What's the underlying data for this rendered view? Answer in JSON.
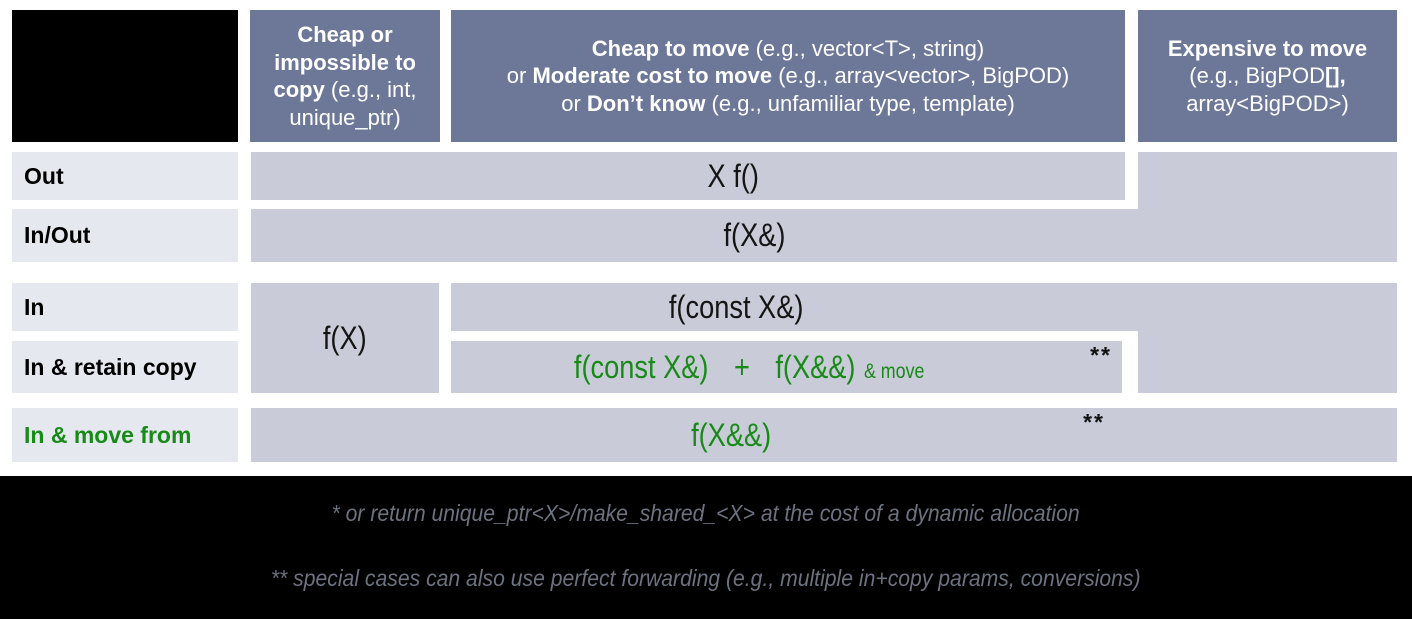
{
  "header": {
    "col1": {
      "bold": "Cheap or impossible to copy",
      "normal": " (e.g., int, unique_ptr)"
    },
    "col2": {
      "line1_bold": "Cheap to move",
      "line1_normal": " (e.g., vector<T>, string)",
      "line2_pre": "or ",
      "line2_bold": "Moderate cost to move",
      "line2_normal": " (e.g., array<vector>, BigPOD)",
      "line3_pre": "or ",
      "line3_bold": "Don’t know",
      "line3_normal": " (e.g., unfamiliar type, template)"
    },
    "col3": {
      "bold": "Expensive to move",
      "normal1": " (e.g., BigPOD",
      "bold2": "[],",
      "normal2": " array<BigPOD>)"
    }
  },
  "rows": {
    "out": "Out",
    "inout": "In/Out",
    "in": "In",
    "retain": "In & retain copy",
    "movefrom": "In & move from"
  },
  "cells": {
    "out": "X f()",
    "inout": "f(X&)",
    "in_left": "f(X)",
    "in_mid": "f(const X&)",
    "retain_a": "f(const X&)",
    "retain_plus": "+",
    "retain_b": "f(X&&)",
    "retain_move": "& move",
    "retain_note": "**",
    "movefrom": "f(X&&)",
    "movefrom_note": "**"
  },
  "footnotes": {
    "line1": "* or return unique_ptr<X>/make_shared_<X> at the cost of a dynamic allocation",
    "line2": "** special cases can also use perfect forwarding (e.g., multiple in+copy params, conversions)"
  },
  "colors": {
    "header_bg": "#6d7899",
    "cell_bg": "#c9ccd8",
    "row_label_bg": "#e6e8ef",
    "green_text": "#178a17",
    "signature_text": "#141414",
    "footnote_text": "#6d7280",
    "footer_bg": "#000000"
  }
}
